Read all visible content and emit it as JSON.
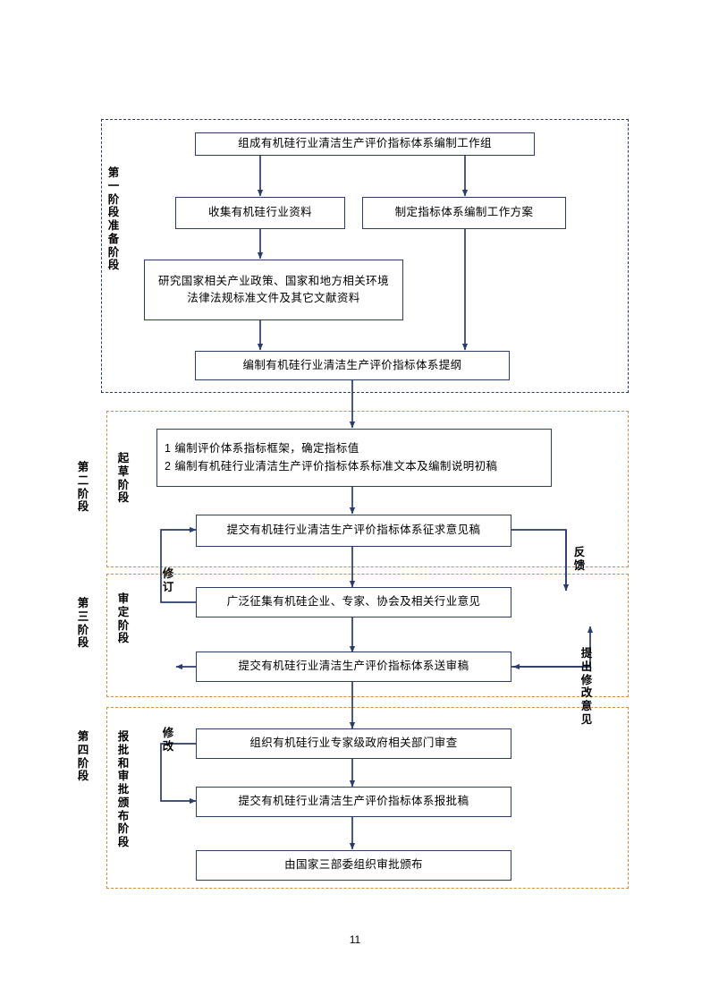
{
  "page": {
    "number": "11"
  },
  "regions": [
    {
      "name": "phase-1-region",
      "style": "blue"
    },
    {
      "name": "phase-2-region",
      "style": "orange"
    },
    {
      "name": "phase-3-region",
      "style": "orange"
    },
    {
      "name": "phase-4-region",
      "style": "orange"
    }
  ],
  "phase_labels": [
    {
      "name": "phase-1-label",
      "text": "第一阶段准备阶段"
    },
    {
      "name": "phase-2-label",
      "text": "第二阶段"
    },
    {
      "name": "phase-2-sublabel",
      "text": "起草阶段"
    },
    {
      "name": "phase-3-label",
      "text": "第三阶段"
    },
    {
      "name": "phase-3-sublabel",
      "text": "审定阶段"
    },
    {
      "name": "phase-4-label",
      "text": "第四阶段"
    },
    {
      "name": "phase-4-sublabel",
      "text": "报批和审批颁布阶段"
    }
  ],
  "side_labels": [
    {
      "name": "revise-label-1",
      "text": "修订"
    },
    {
      "name": "feedback-label",
      "text": "反馈"
    },
    {
      "name": "revise-label-2",
      "text": "修改"
    },
    {
      "name": "suggestion-label",
      "text": "提出修改意见"
    }
  ],
  "nodes": [
    {
      "name": "node-workgroup",
      "text": "组成有机硅行业清洁生产评价指标体系编制工作组"
    },
    {
      "name": "node-collect-data",
      "text": "收集有机硅行业资料"
    },
    {
      "name": "node-work-plan",
      "text": "制定指标体系编制工作方案"
    },
    {
      "name": "node-research-policy",
      "text": "研究国家相关产业政策、国家和地方相关环境法律法规标准文件及其它文献资料"
    },
    {
      "name": "node-outline",
      "text": "编制有机硅行业清洁生产评价指标体系提纲"
    },
    {
      "name": "node-draft-framework-line1",
      "text": "1 编制评价体系指标框架，确定指标值"
    },
    {
      "name": "node-draft-framework-line2",
      "text": "2 编制有机硅行业清洁生产评价指标体系标准文本及编制说明初稿"
    },
    {
      "name": "node-submit-comment-draft",
      "text": "提交有机硅行业清洁生产评价指标体系征求意见稿"
    },
    {
      "name": "node-solicit-opinions",
      "text": "广泛征集有机硅企业、专家、协会及相关行业意见"
    },
    {
      "name": "node-submit-review-draft",
      "text": "提交有机硅行业清洁生产评价指标体系送审稿"
    },
    {
      "name": "node-expert-review",
      "text": "组织有机硅行业专家级政府相关部门审查"
    },
    {
      "name": "node-submit-approval-draft",
      "text": "提交有机硅行业清洁生产评价指标体系报批稿"
    },
    {
      "name": "node-publish",
      "text": "由国家三部委组织审批颁布"
    }
  ],
  "colors": {
    "box_border": "#2b3c6b",
    "arrow": "#2b3c6b",
    "region_blue": "#2b3c6b",
    "region_orange": "#d98b3a"
  }
}
